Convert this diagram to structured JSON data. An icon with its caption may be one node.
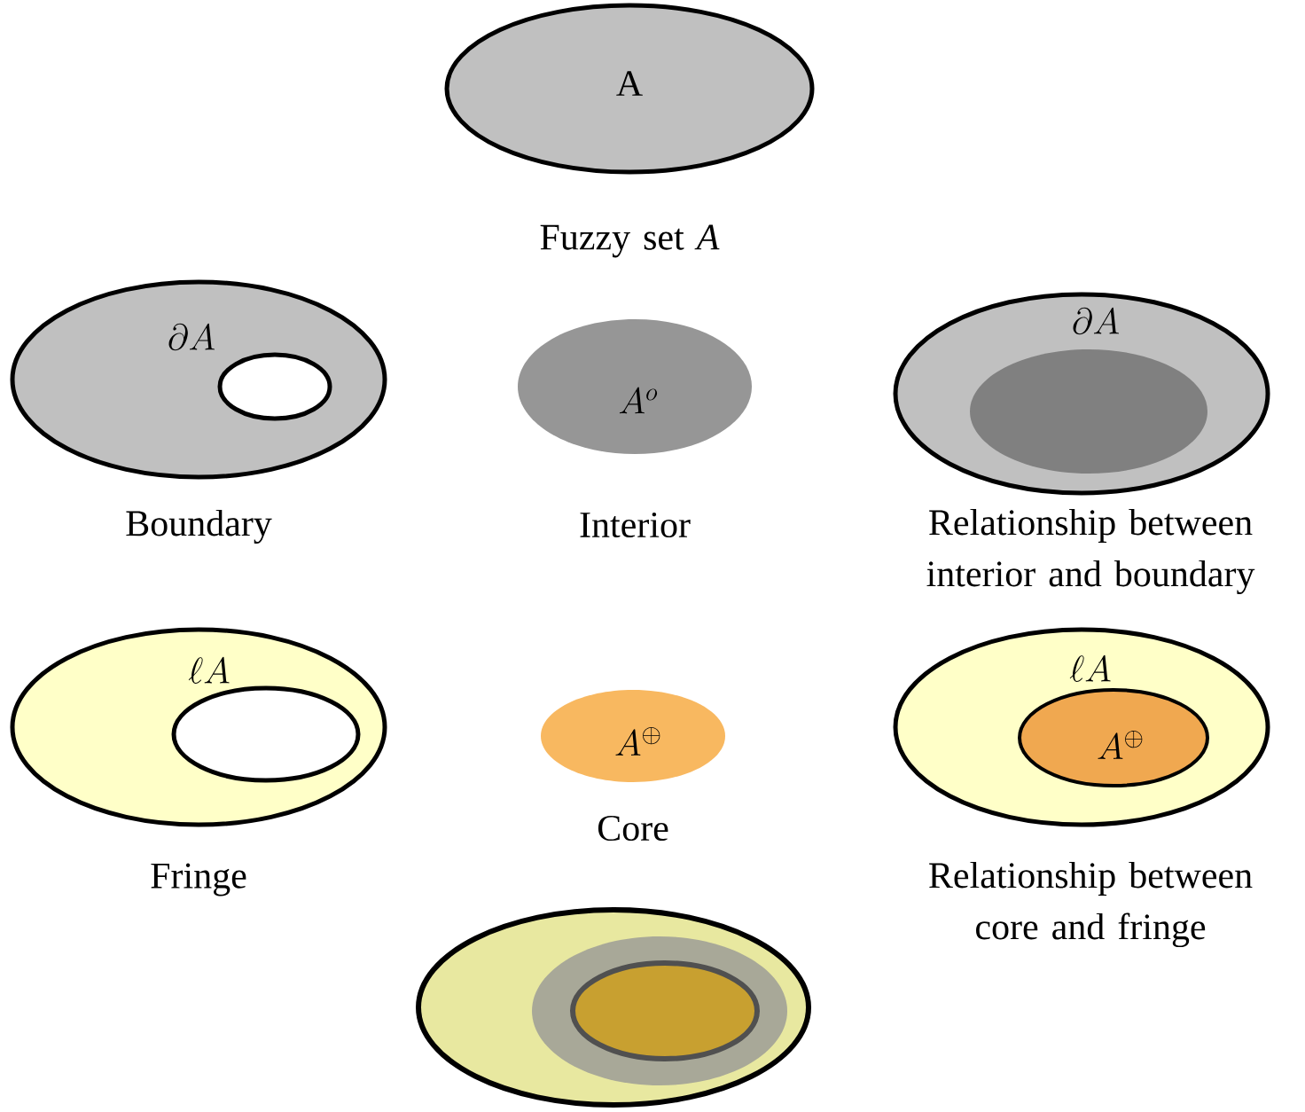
{
  "diagram": {
    "nodes": [
      {
        "text": [
          "A"
        ],
        "beside": [
          "Fuzzy set *A*"
        ]
      },
      {
        "text": [
          "\\partial A"
        ],
        "beside": [
          "Boundary"
        ]
      },
      {
        "text": [],
        "shape": "ellipse",
        "in": 1
      },
      {
        "text": [
          "A^{o}"
        ],
        "beside": [
          "Interior"
        ]
      },
      {
        "text": [
          "\\partial A"
        ],
        "beside": [
          "Relationship between interior and boundary"
        ]
      },
      {
        "text": [],
        "shape": "ellipse",
        "in": 4
      },
      {
        "text": [
          "\\ell A"
        ],
        "beside": [
          "Fringe"
        ]
      },
      {
        "text": [],
        "shape": "ellipse",
        "in": 6
      },
      {
        "text": [
          "A^{\\oplus}"
        ],
        "beside": [
          "Core"
        ]
      },
      {
        "text": [
          "\\ell A"
        ],
        "beside": [
          "Relationship between core and fringe"
        ]
      },
      {
        "text": [
          "A^{\\oplus}"
        ],
        "in": 9
      },
      {
        "text": [],
        "shape": "ellipse"
      },
      {
        "text": [],
        "shape": "ellipse",
        "in": 11
      },
      {
        "text": [],
        "shape": "ellipse",
        "in": 12
      }
    ]
  }
}
